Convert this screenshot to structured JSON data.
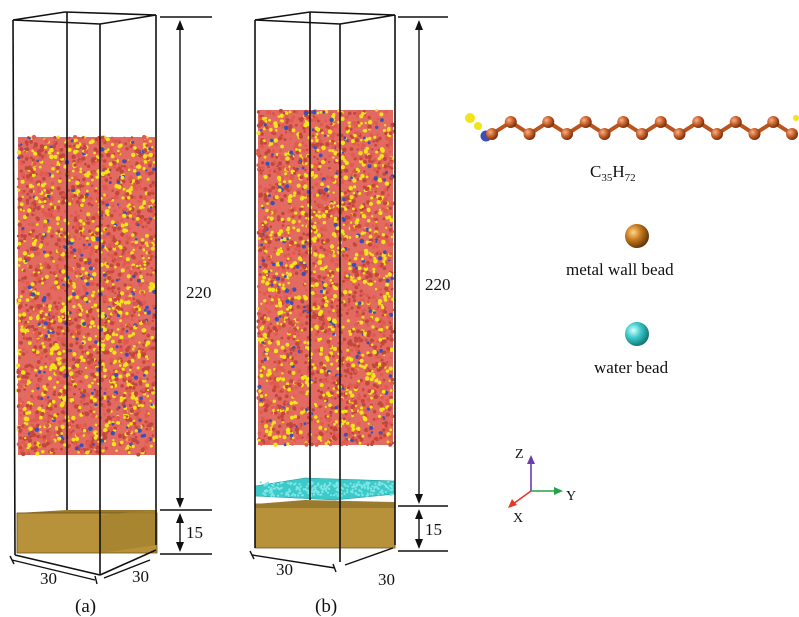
{
  "panel_a": {
    "label": "(a)",
    "height_label": "220",
    "base_height_label": "15",
    "width_label_front": "30",
    "width_label_side": "30"
  },
  "panel_b": {
    "label": "(b)",
    "height_label": "220",
    "base_height_label": "15",
    "width_label_front": "30",
    "width_label_side": "30"
  },
  "legend": {
    "molecule_formula": {
      "base1": "C",
      "sub1": "35",
      "base2": "H",
      "sub2": "72"
    },
    "metal_wall_label": "metal wall bead",
    "water_label": "water bead"
  },
  "axes": {
    "z": "Z",
    "y": "Y",
    "x": "X"
  },
  "colors": {
    "chain": "#e05a4f",
    "chain_dark": "#c2463c",
    "hydrogen_end": "#f2e31a",
    "head_blue": "#3b4fb8",
    "metal_wall": "#b7923a",
    "metal_wall_dark": "#8c6d22",
    "metal_bead": "#c77a1e",
    "molecule_bead": "#c9622a",
    "water": "#3cc9c9",
    "axis_z": "#6b3bb0",
    "axis_y": "#23a345",
    "axis_x": "#e03a2a"
  }
}
